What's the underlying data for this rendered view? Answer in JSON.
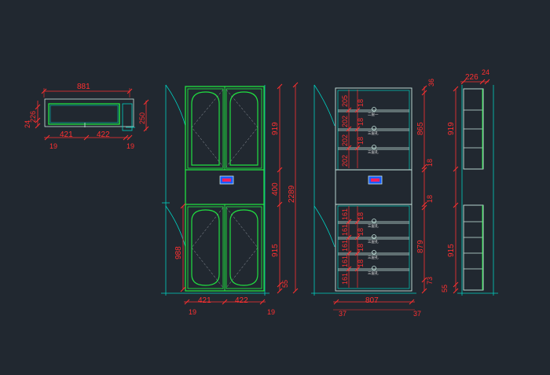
{
  "plan_view": {
    "overall": "881",
    "depth_left": "226",
    "offset_left": "24",
    "depth_right": "250",
    "door_left": "421",
    "door_right": "422",
    "side_left": "19",
    "side_right": "19"
  },
  "front_view": {
    "upper_height": "919",
    "middle_height": "400",
    "lower_height": "915",
    "base_height": "55",
    "total_height": "2289",
    "door_height": "988",
    "door_left": "421",
    "door_right": "422",
    "side_left": "19",
    "side_right": "19"
  },
  "interior_view": {
    "top_gap": "36",
    "upper_zone": "865",
    "upper_bottom": "18",
    "middle_gap": "18",
    "lower_zone": "879",
    "lower_bottom": "73",
    "width": "807",
    "side_left": "37",
    "side_right": "37",
    "upper_left_dims": [
      "205",
      "202",
      "202",
      "202"
    ],
    "upper_small_dims": [
      "18",
      "18",
      "18"
    ],
    "lower_left_dims": [
      "161",
      "161",
      "161",
      "161",
      "161"
    ],
    "lower_small_dims": [
      "18",
      "18",
      "18",
      "18"
    ],
    "shelf_labels": [
      "二层一",
      "三层孔",
      "三层孔",
      "三层孔",
      "三层孔",
      "三层孔",
      "三层孔"
    ]
  },
  "side_view": {
    "depth": "226",
    "offset": "24",
    "upper_height": "919",
    "lower_height": "915",
    "base_height": "55"
  },
  "colors": {
    "background": "#212830",
    "outline": "#c8e8e0",
    "cabinet_line": "#00d0c0",
    "door_line": "#20e040",
    "dimension": "#ff3030",
    "panel_fill": "#1c5cff",
    "panel_mark": "#ff2060"
  }
}
